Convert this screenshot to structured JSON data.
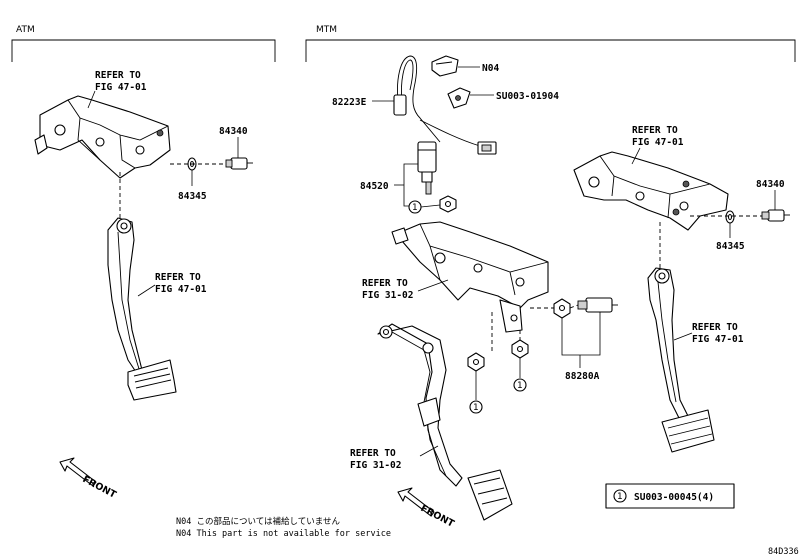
{
  "sections": {
    "atm": "ATM",
    "mtm": "MTM"
  },
  "labels": {
    "atm_refer_top_1": "REFER TO",
    "atm_refer_top_2": "FIG 47-01",
    "atm_84340": "84340",
    "atm_84345": "84345",
    "atm_refer_mid_1": "REFER TO",
    "atm_refer_mid_2": "FIG 47-01",
    "n04": "N04",
    "su_01904": "SU003-01904",
    "p82223e": "82223E",
    "p84520": "84520",
    "refer_31_top_1": "REFER TO",
    "refer_31_top_2": "FIG 31-02",
    "p88280a": "88280A",
    "refer_31_bot_1": "REFER TO",
    "refer_31_bot_2": "FIG 31-02",
    "mtm_refer_top_1": "REFER TO",
    "mtm_refer_top_2": "FIG 47-01",
    "mtm_84340": "84340",
    "mtm_84345": "84345",
    "mtm_refer_mid_1": "REFER TO",
    "mtm_refer_mid_2": "FIG 47-01"
  },
  "callout_number": "1",
  "legend": {
    "number": "1",
    "part": "SU003-00045(4)"
  },
  "front_label": "FRONT",
  "notes": {
    "line1": "N04 この部品については補給していません",
    "line2": "N04 This part is not available for service"
  },
  "figure_id": "84D336"
}
